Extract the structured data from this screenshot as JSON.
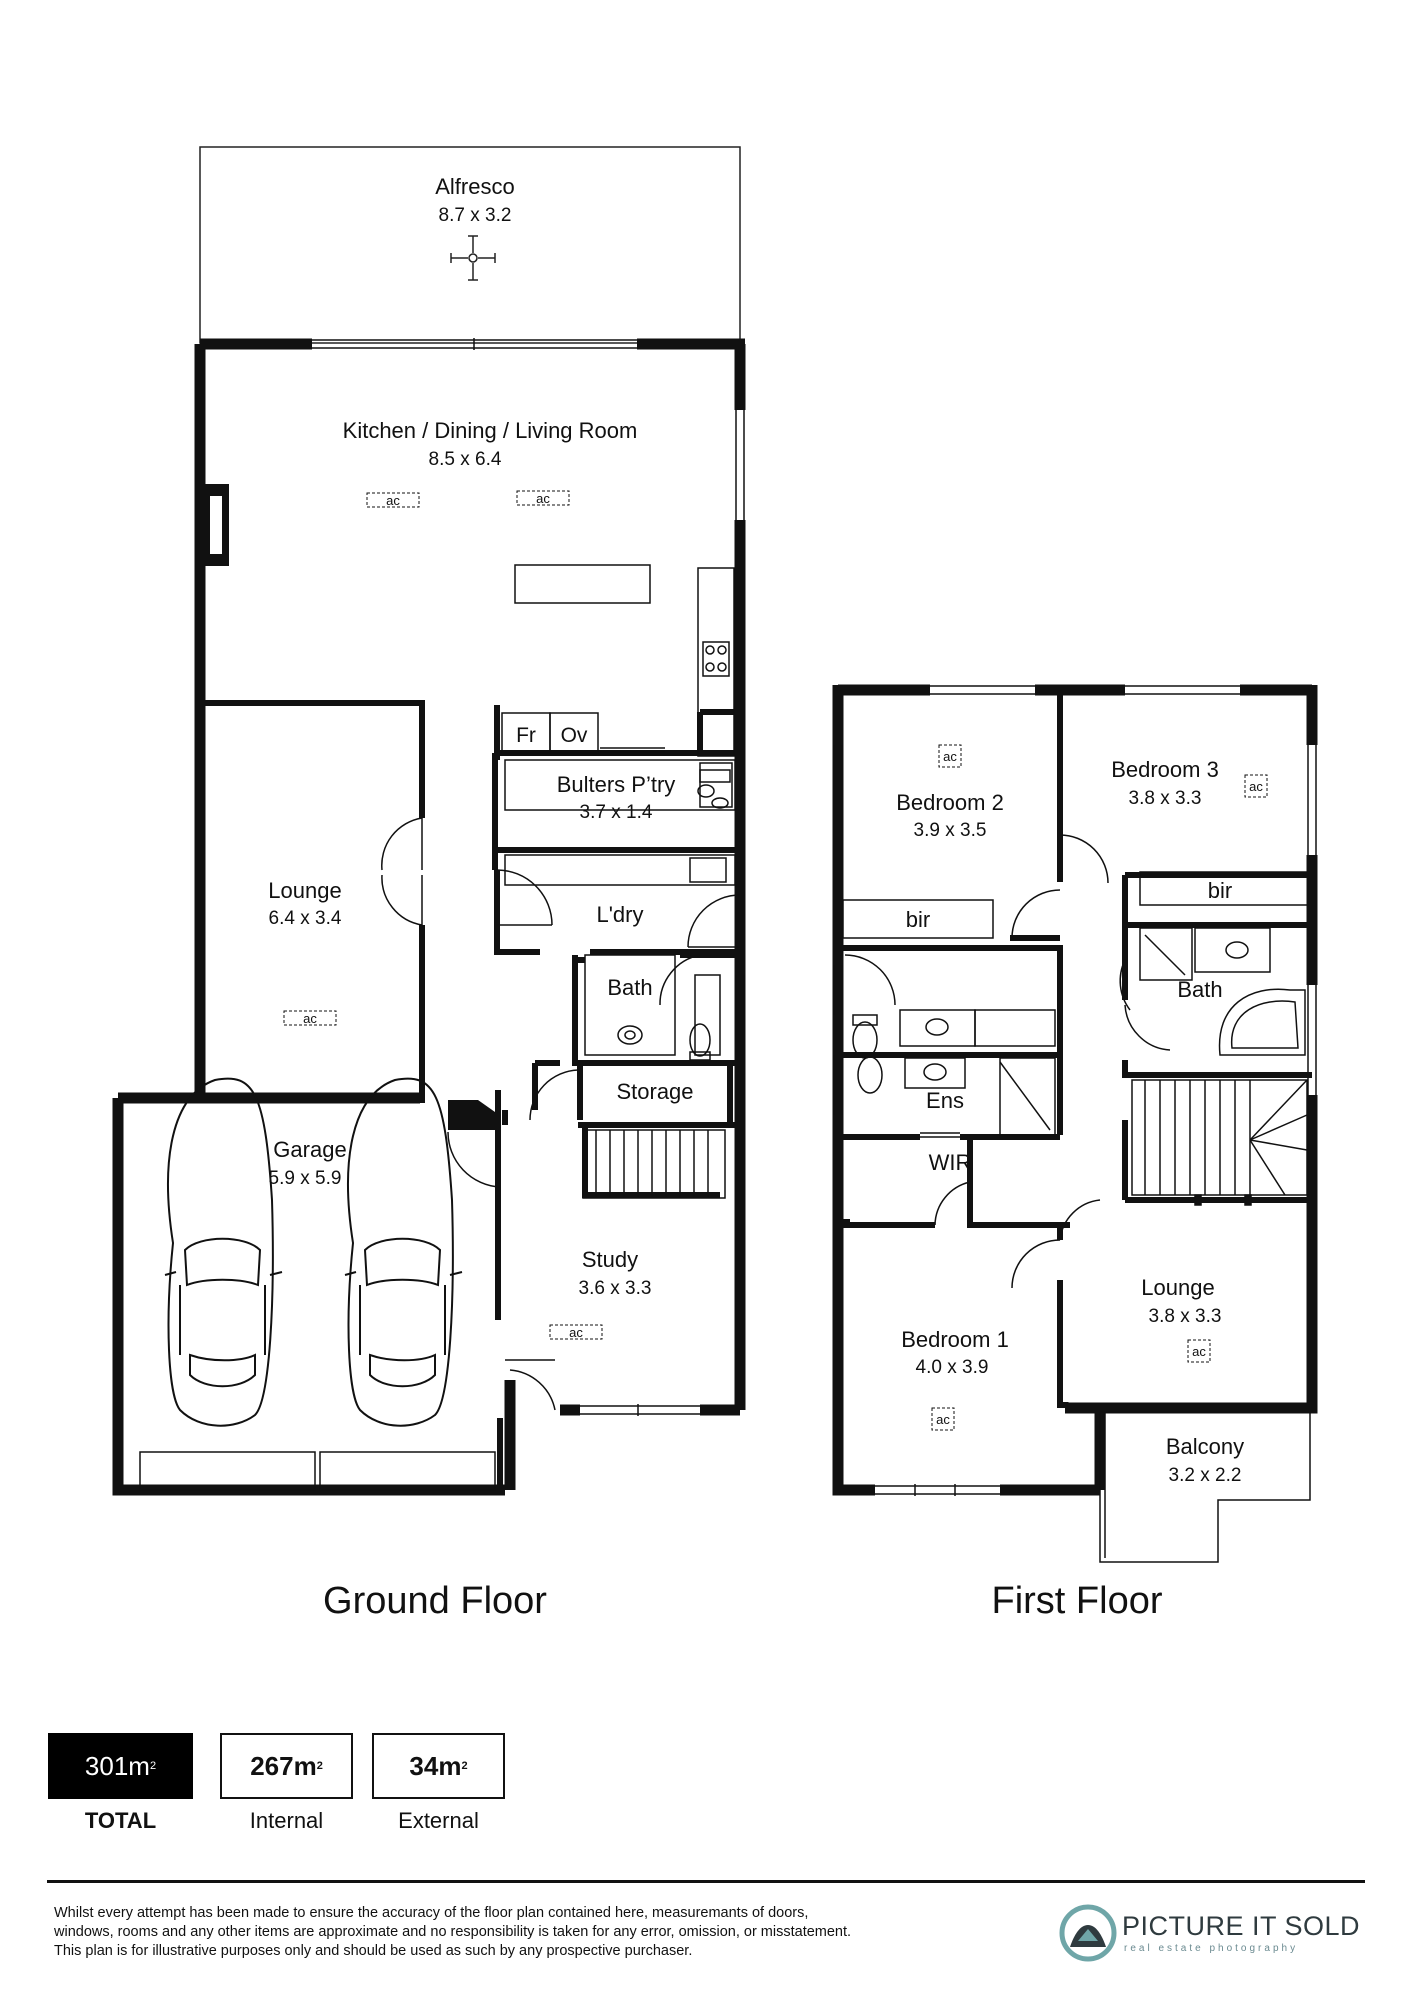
{
  "ground_floor": {
    "title": "Ground Floor",
    "rooms": {
      "alfresco": {
        "name": "Alfresco",
        "size": "8.7 x 3.2"
      },
      "kitchen": {
        "name": "Kitchen / Dining / Living Room",
        "size": "8.5 x 6.4"
      },
      "butlers": {
        "name": "Bulters P’try",
        "size": "3.7 x 1.4"
      },
      "lounge": {
        "name": "Lounge",
        "size": "6.4 x 3.4"
      },
      "laundry": {
        "name": "L'dry"
      },
      "bath": {
        "name": "Bath"
      },
      "storage": {
        "name": "Storage"
      },
      "garage": {
        "name": "Garage",
        "size": "5.9 x 5.9"
      },
      "study": {
        "name": "Study",
        "size": "3.6 x 3.3"
      }
    },
    "fixtures": {
      "fridge": "Fr",
      "oven": "Ov",
      "ac": "ac"
    }
  },
  "first_floor": {
    "title": "First Floor",
    "rooms": {
      "bedroom2": {
        "name": "Bedroom 2",
        "size": "3.9 x 3.5"
      },
      "bedroom3": {
        "name": "Bedroom 3",
        "size": "3.8 x 3.3"
      },
      "bir2": {
        "name": "bir"
      },
      "bir3": {
        "name": "bir"
      },
      "bath": {
        "name": "Bath"
      },
      "ens": {
        "name": "Ens"
      },
      "wir": {
        "name": "WIR"
      },
      "bedroom1": {
        "name": "Bedroom 1",
        "size": "4.0 x 3.9"
      },
      "lounge": {
        "name": "Lounge",
        "size": "3.8 x 3.3"
      },
      "balcony": {
        "name": "Balcony",
        "size": "3.2 x 2.2"
      }
    },
    "fixtures": {
      "ac": "ac"
    }
  },
  "areas": {
    "total": {
      "value": "301m",
      "sup": "2",
      "label": "TOTAL"
    },
    "internal": {
      "value": "267m",
      "sup": "2",
      "label": "Internal"
    },
    "external": {
      "value": "34m",
      "sup": "2",
      "label": "External"
    }
  },
  "disclaimer": [
    "Whilst every attempt has been made to ensure the accuracy of the floor plan contained here, measuremants of doors,",
    "windows, rooms and any other items are approximate and no responsibility is taken for any error, omission, or misstatement.",
    "This plan is for illustrative purposes only and should be used as such by any prospective purchaser."
  ],
  "brand": {
    "name": "PICTURE IT SOLD",
    "tagline": "real estate photography"
  },
  "colors": {
    "wall": "#111111",
    "area_total_bg": "#000000",
    "brand_text": "#2f3b3f"
  }
}
